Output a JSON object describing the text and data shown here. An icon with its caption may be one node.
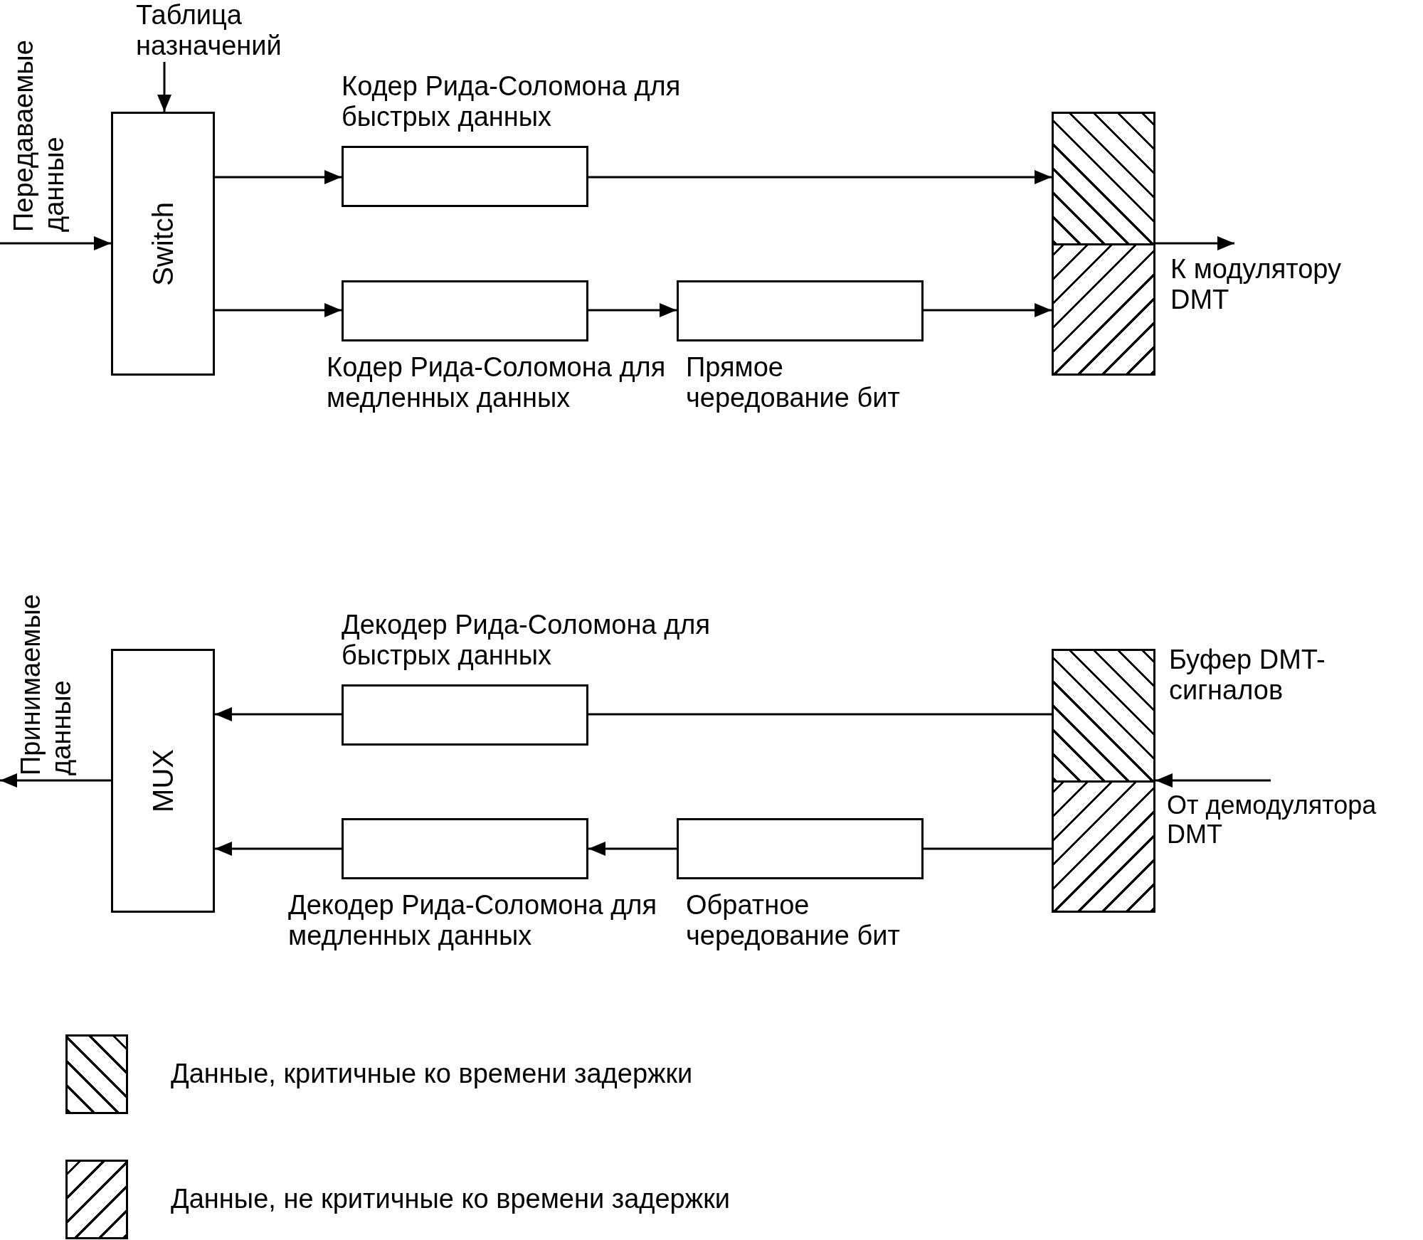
{
  "diagram": {
    "nodes": [
      {
        "text": [
          "Switch"
        ]
      },
      {
        "text": [
          "Кодер Рида-Соломона для быстрых данных"
        ]
      },
      {
        "text": [
          "Кодер Рида-Соломона для медленных данных"
        ]
      },
      {
        "text": [
          "Прямое чередование бит"
        ]
      },
      {
        "text": [],
        "shape": "box"
      },
      {
        "text": [],
        "shape": "box",
        "in": 4
      },
      {
        "text": [],
        "shape": "box",
        "in": 4
      },
      {
        "text": [
          "MUX"
        ]
      },
      {
        "text": [
          "Декодер Рида-Соломона для быстрых данных"
        ]
      },
      {
        "text": [
          "Декодер Рида-Соломона для медленных данных"
        ]
      },
      {
        "text": [
          "Обратное чередование бит"
        ]
      },
      {
        "text": [],
        "shape": "box",
        "beside": [
          "Буфер DMT-сигналов"
        ]
      },
      {
        "text": [],
        "shape": "box",
        "in": 11
      },
      {
        "text": [],
        "shape": "box",
        "in": 11
      }
    ],
    "edges": [
      {
        "from": null,
        "to": 0,
        "arrow": "to",
        "label": "Передаваемые данные"
      },
      {
        "from": null,
        "to": 0,
        "arrow": "to",
        "label": "Таблица назначений"
      },
      {
        "from": 0,
        "to": 1,
        "arrow": "to"
      },
      {
        "from": 0,
        "to": 2,
        "arrow": "to"
      },
      {
        "from": 1,
        "to": 5,
        "arrow": "to"
      },
      {
        "from": 2,
        "to": 3,
        "arrow": "to"
      },
      {
        "from": 3,
        "to": 6,
        "arrow": "to"
      },
      {
        "from": 4,
        "to": null,
        "arrow": "to",
        "label": "К модулятору DMT"
      },
      {
        "from": 12,
        "to": 8,
        "arrow": "none"
      },
      {
        "from": 8,
        "to": 7,
        "arrow": "to"
      },
      {
        "from": 13,
        "to": 10,
        "arrow": "none"
      },
      {
        "from": 10,
        "to": 9,
        "arrow": "to"
      },
      {
        "from": 9,
        "to": 7,
        "arrow": "to"
      },
      {
        "from": 7,
        "to": null,
        "arrow": "to",
        "label": "Принимаемые данные"
      },
      {
        "from": null,
        "to": 11,
        "arrow": "to",
        "label": "От демодулятора DMT"
      }
    ],
    "legend": [
      {
        "text": "Данные, критичные ко времени задержки"
      },
      {
        "text": "Данные, не критичные ко времени задержки"
      }
    ]
  }
}
